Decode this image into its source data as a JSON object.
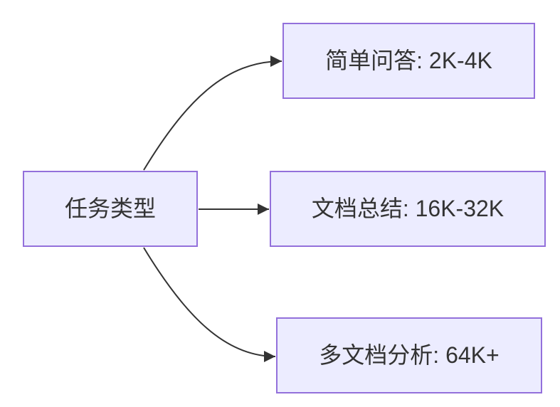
{
  "diagram": {
    "type": "flowchart",
    "direction": "left-to-right",
    "root": {
      "label": "任务类型"
    },
    "branches": [
      {
        "label": "简单问答: 2K-4K"
      },
      {
        "label": "文档总结: 16K-32K"
      },
      {
        "label": "多文档分析: 64K+"
      }
    ],
    "edges": [
      {
        "from": "任务类型",
        "to": "简单问答: 2K-4K"
      },
      {
        "from": "任务类型",
        "to": "文档总结: 16K-32K"
      },
      {
        "from": "任务类型",
        "to": "多文档分析: 64K+"
      }
    ],
    "colors": {
      "node_fill": "#ECECFF",
      "node_border": "#9370DB",
      "edge": "#333333",
      "text": "#333333",
      "background": "#FFFFFF"
    }
  }
}
